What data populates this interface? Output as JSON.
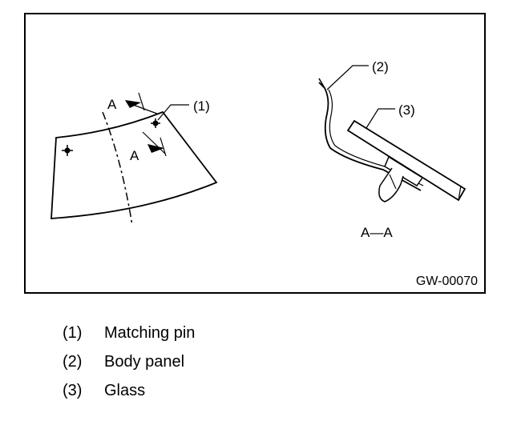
{
  "diagram": {
    "section_label": "A",
    "section_view_label": "A—A",
    "callouts": {
      "pin": "(1)",
      "body_panel": "(2)",
      "glass": "(3)"
    },
    "figure_code": "GW-00070"
  },
  "legend": [
    {
      "num": "(1)",
      "label": "Matching pin"
    },
    {
      "num": "(2)",
      "label": "Body panel"
    },
    {
      "num": "(3)",
      "label": "Glass"
    }
  ]
}
